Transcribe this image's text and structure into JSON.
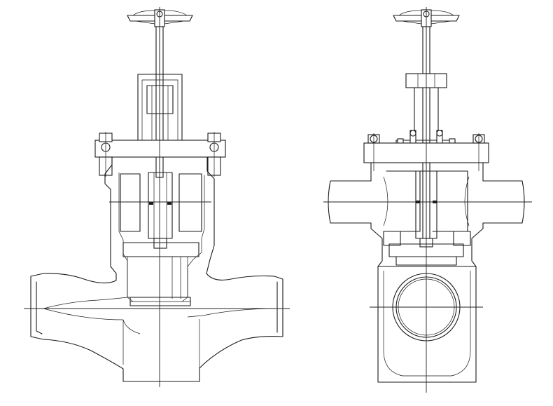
{
  "drawing": {
    "views": [
      {
        "view": "front-section",
        "component": "globe-valve"
      },
      {
        "view": "side-section",
        "component": "globe-valve"
      }
    ],
    "line_color": "#1a1a1a",
    "background": "#ffffff"
  }
}
